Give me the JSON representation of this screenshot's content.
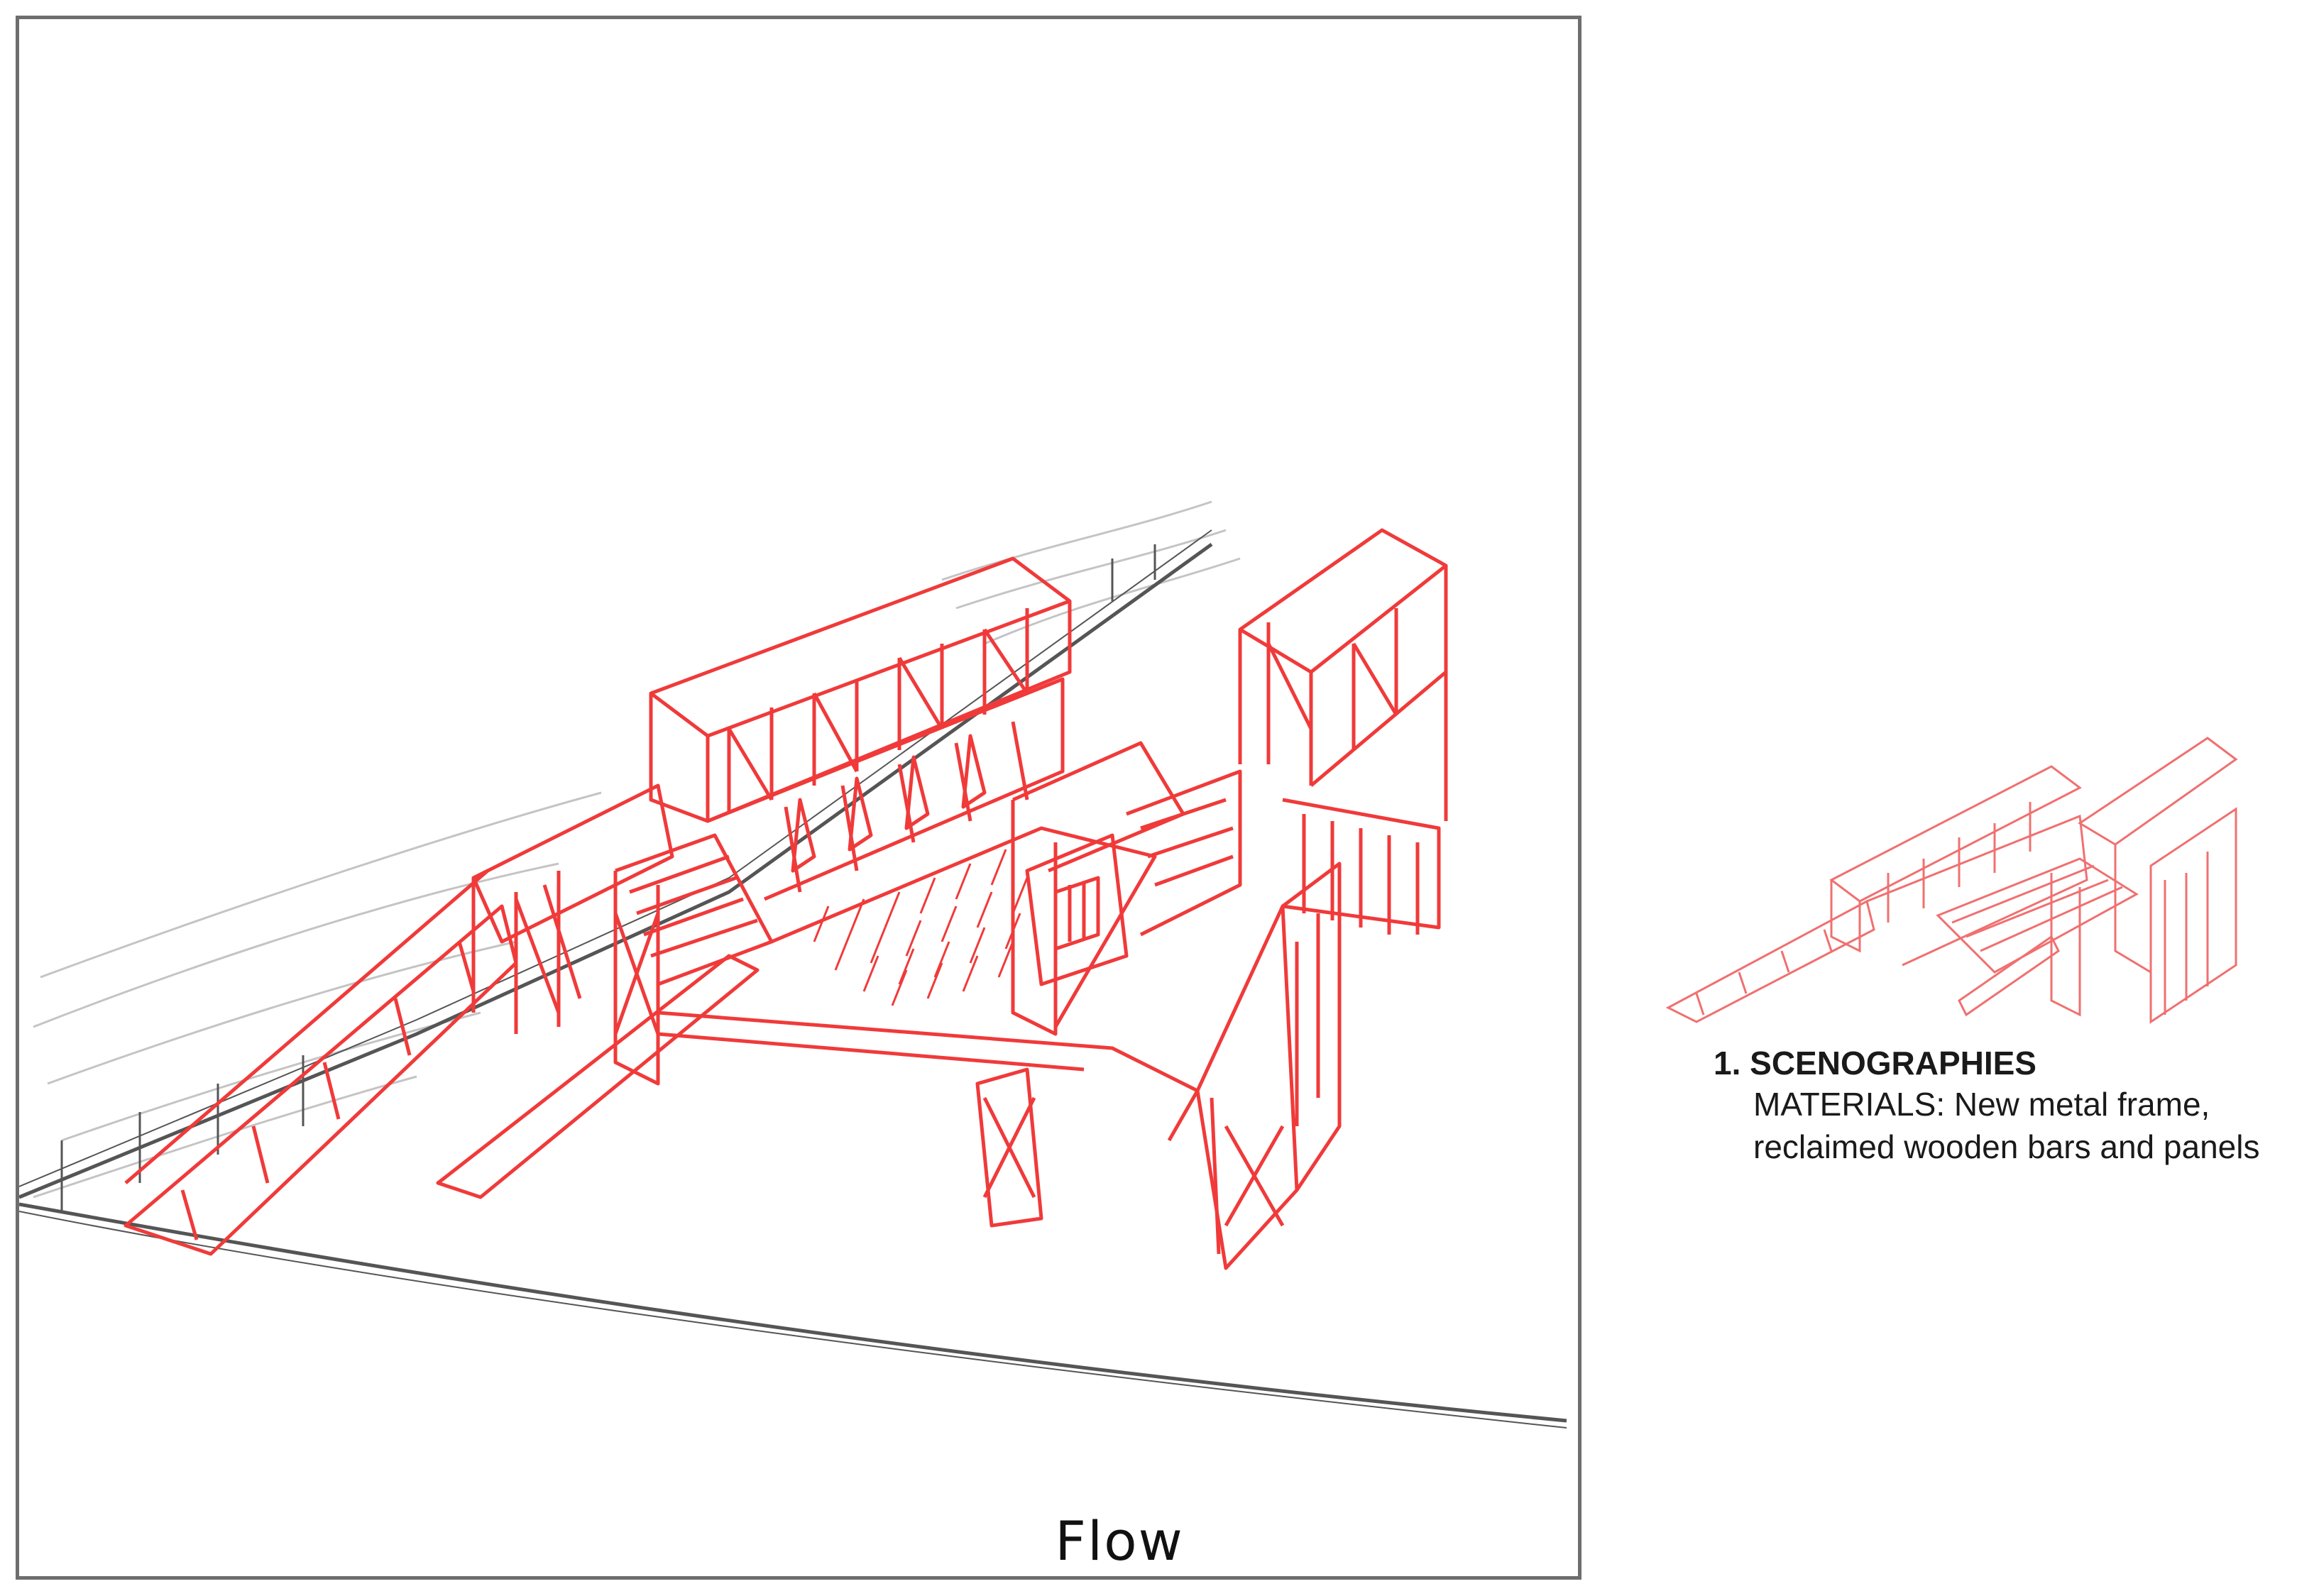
{
  "sketch": {
    "label": "Flow",
    "colors": {
      "frame": "#6e6e6e",
      "stroke": "#f03a3a",
      "ground": "#555555",
      "hatch": "#b9b9b9"
    }
  },
  "caption": {
    "title": "1. SCENOGRAPHIES",
    "lines": [
      "MATERIALS: New metal frame,",
      "reclaimed wooden bars and panels"
    ]
  }
}
